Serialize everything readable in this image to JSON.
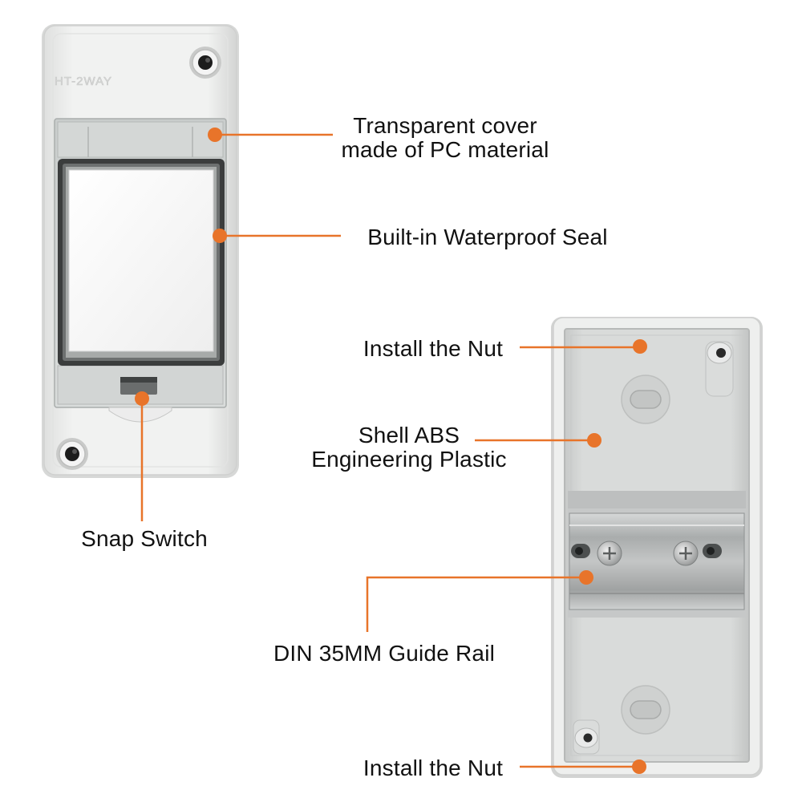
{
  "front_box": {
    "embossed_text": "HT-2WAY"
  },
  "callouts": {
    "transparent_cover": [
      "Transparent cover",
      "made of PC material"
    ],
    "waterproof_seal": "Built-in Waterproof Seal",
    "snap_switch": "Snap Switch",
    "install_nut_top": "Install the Nut",
    "shell_abs": [
      "Shell ABS",
      "Engineering Plastic"
    ],
    "din_rail": "DIN 35MM Guide Rail",
    "install_nut_bottom": "Install the Nut"
  },
  "colors": {
    "accent": "#E8742A",
    "enclosure": "#ECEDEC",
    "enclosure_shadow": "#C9CBCA",
    "interior": "#D3D5D4",
    "rail": "#B9BCBC"
  }
}
